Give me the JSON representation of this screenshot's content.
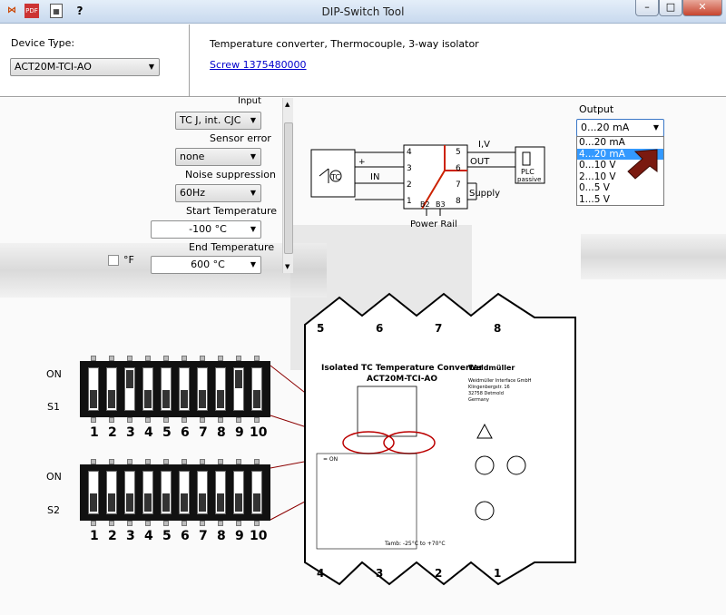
{
  "window": {
    "title": "DIP-Switch Tool",
    "toolbar_icons": [
      "logo-icon",
      "pdf-icon",
      "table-icon",
      "help-icon"
    ],
    "pdf_label": "PDF",
    "help_label": "?"
  },
  "device": {
    "label": "Device Type:",
    "value": "ACT20M-TCI-AO",
    "description": "Temperature converter, Thermocouple, 3-way isolator",
    "link": "Screw 1375480000"
  },
  "settings": {
    "input_label": "Input",
    "input_value": "TC J, int. CJC",
    "sensor_error_label": "Sensor error",
    "sensor_error_value": "none",
    "noise_label": "Noise suppression",
    "noise_value": "60Hz",
    "start_temp_label": "Start Temperature",
    "start_temp_value": "-100 °C",
    "end_temp_label": "End Temperature",
    "end_temp_value": "600 °C",
    "fahrenheit_label": "°F"
  },
  "output": {
    "label": "Output",
    "value": "0...20 mA",
    "options": [
      "0...20 mA",
      "4...20 mA",
      "0...10 V",
      "2...10 V",
      "0...5 V",
      "1...5 V"
    ],
    "selected_index": 1
  },
  "circuit": {
    "tc_label": "TC",
    "plus": "+",
    "in_label": "IN",
    "out_label": "OUT",
    "iv_label": "I,V",
    "supply_label": "Supply",
    "power_rail_label": "Power Rail",
    "plc_label": "PLC",
    "passive_label": "passive",
    "terminals_left": [
      "4",
      "3",
      "2",
      "1"
    ],
    "terminals_right": [
      "5",
      "6",
      "7",
      "8"
    ],
    "b2": "B2",
    "b3": "B3"
  },
  "dip": {
    "on_label": "ON",
    "s1_label": "S1",
    "s2_label": "S2",
    "numbers": [
      "1",
      "2",
      "3",
      "4",
      "5",
      "6",
      "7",
      "8",
      "9",
      "10"
    ],
    "s1_states": [
      0,
      0,
      1,
      0,
      0,
      0,
      0,
      0,
      1,
      0
    ],
    "s2_states": [
      0,
      0,
      0,
      0,
      0,
      0,
      0,
      0,
      0,
      0
    ]
  },
  "device_image": {
    "title": "Isolated TC Temperature Converter",
    "model": "ACT20M-TCI-AO",
    "brand": "Weidmüller",
    "terminals_top": [
      "5",
      "6",
      "7",
      "8"
    ],
    "terminals_bottom": [
      "4",
      "3",
      "2",
      "1"
    ],
    "address": "Weidmüller Interface GmbH",
    "street": "Klingenbergstr. 16",
    "city": "32758 Detmold",
    "country": "Germany",
    "on_text": "= ON",
    "temp_text": "Tamb: -25°C to +70°C"
  },
  "colors": {
    "accent_red": "#cc2200",
    "selection": "#3399ff",
    "link": "#0000cc"
  }
}
